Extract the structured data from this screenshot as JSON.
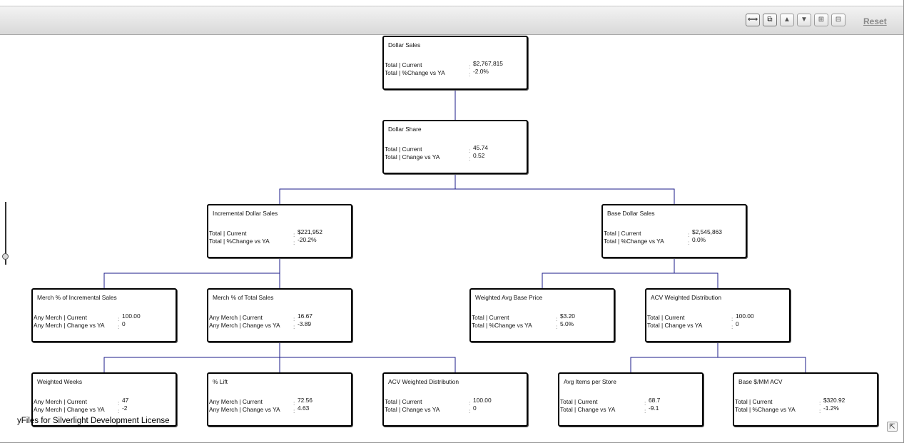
{
  "toolbar": {
    "buttons": [
      {
        "name": "fit-content-icon",
        "glyph": "⟺"
      },
      {
        "name": "overview-icon",
        "glyph": "⧉"
      },
      {
        "name": "move-up-icon",
        "glyph": "▲"
      },
      {
        "name": "move-down-icon",
        "glyph": "▼"
      },
      {
        "name": "expand-icon",
        "glyph": "⊞"
      },
      {
        "name": "collapse-icon",
        "glyph": "⊟"
      }
    ],
    "reset_label": "Reset"
  },
  "license_text": "yFiles for Silverlight Development License",
  "colors": {
    "edge": "#1b1b8a",
    "node_border": "#000000"
  },
  "nodes": [
    {
      "title": "Dollar Sales",
      "rows": [
        {
          "label": "Total | Current",
          "value": "$2,767,815"
        },
        {
          "label": "Total | %Change vs YA",
          "value": "-2.0%"
        }
      ]
    },
    {
      "title": "Dollar Share",
      "rows": [
        {
          "label": "Total | Current",
          "value": "45.74"
        },
        {
          "label": "Total | Change vs YA",
          "value": "0.52"
        }
      ]
    },
    {
      "title": "Incremental Dollar Sales",
      "rows": [
        {
          "label": "Total | Current",
          "value": "$221,952"
        },
        {
          "label": "Total | %Change vs YA",
          "value": "-20.2%"
        }
      ]
    },
    {
      "title": "Base Dollar Sales",
      "rows": [
        {
          "label": "Total | Current",
          "value": "$2,545,863"
        },
        {
          "label": "Total | %Change vs YA",
          "value": "0.0%"
        }
      ]
    },
    {
      "title": "Merch % of Incremental Sales",
      "rows": [
        {
          "label": "Any Merch | Current",
          "value": "100.00"
        },
        {
          "label": "Any Merch | Change vs YA",
          "value": "0"
        }
      ]
    },
    {
      "title": "Merch % of Total Sales",
      "rows": [
        {
          "label": "Any Merch | Current",
          "value": "16.67"
        },
        {
          "label": "Any Merch | Change vs YA",
          "value": "-3.89"
        }
      ]
    },
    {
      "title": "Weighted Avg Base Price",
      "rows": [
        {
          "label": "Total | Current",
          "value": "$3.20"
        },
        {
          "label": "Total | %Change vs YA",
          "value": "5.0%"
        }
      ]
    },
    {
      "title": "ACV Weighted Distribution",
      "rows": [
        {
          "label": "Total | Current",
          "value": "100.00"
        },
        {
          "label": "Total | Change vs YA",
          "value": "0"
        }
      ]
    },
    {
      "title": "Weighted Weeks",
      "rows": [
        {
          "label": "Any Merch | Current",
          "value": "47"
        },
        {
          "label": "Any Merch | Change vs YA",
          "value": "-2"
        }
      ]
    },
    {
      "title": "% Lift",
      "rows": [
        {
          "label": "Any Merch | Current",
          "value": "72.56"
        },
        {
          "label": "Any Merch | Change vs YA",
          "value": "4.63"
        }
      ]
    },
    {
      "title": "ACV Weighted Distribution",
      "rows": [
        {
          "label": "Total | Current",
          "value": "100.00"
        },
        {
          "label": "Total | Change vs YA",
          "value": "0"
        }
      ]
    },
    {
      "title": "Avg Items per Store",
      "rows": [
        {
          "label": "Total | Current",
          "value": "68.7"
        },
        {
          "label": "Total | Change vs YA",
          "value": "-9.1"
        }
      ]
    },
    {
      "title": "Base $/MM ACV",
      "rows": [
        {
          "label": "Total | Current",
          "value": "$320.92"
        },
        {
          "label": "Total | %Change vs YA",
          "value": "-1.2%"
        }
      ]
    }
  ],
  "edges": [
    [
      0,
      1
    ],
    [
      1,
      2
    ],
    [
      1,
      3
    ],
    [
      2,
      4
    ],
    [
      2,
      5
    ],
    [
      3,
      6
    ],
    [
      3,
      7
    ],
    [
      5,
      8
    ],
    [
      5,
      9
    ],
    [
      5,
      10
    ],
    [
      7,
      11
    ],
    [
      7,
      12
    ]
  ]
}
